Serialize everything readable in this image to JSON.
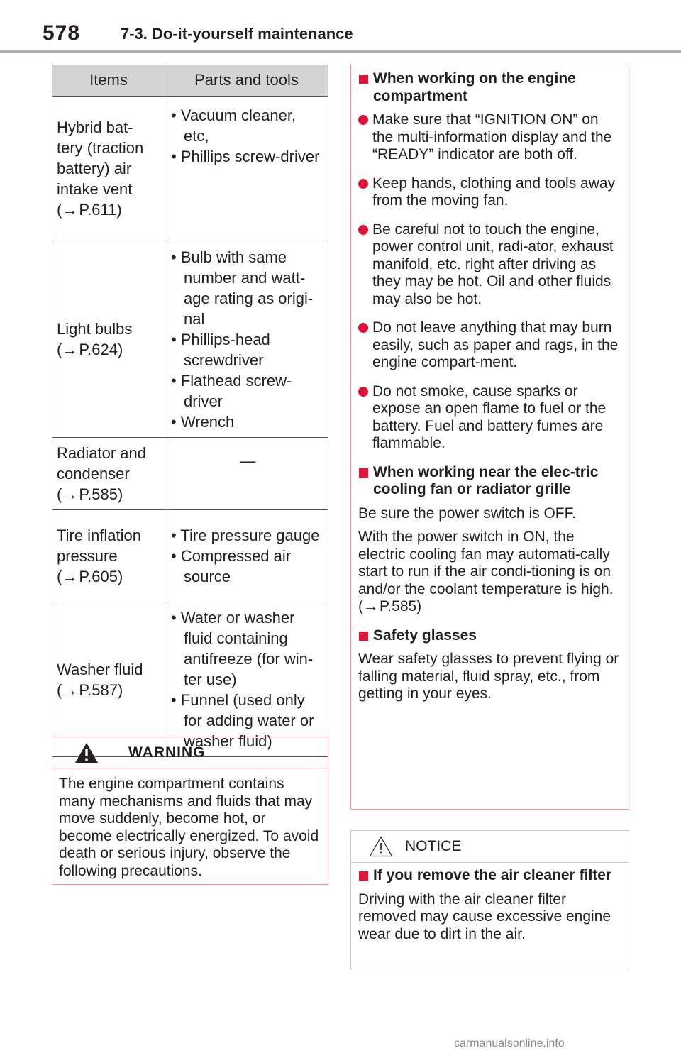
{
  "header": {
    "page_number": "578",
    "section": "7-3. Do-it-yourself maintenance"
  },
  "table": {
    "headers": [
      "Items",
      "Parts and tools"
    ],
    "rows": [
      {
        "item_lines": [
          "Hybrid bat-",
          "tery (traction",
          "battery) air",
          "intake vent"
        ],
        "ref": "P.611",
        "tools": [
          "Vacuum cleaner, etc,",
          "Phillips screw-driver"
        ]
      },
      {
        "item_lines": [
          "Light bulbs"
        ],
        "ref": "P.624",
        "tools": [
          "Bulb with same number and watt-age rating as origi-nal",
          "Phillips-head screwdriver",
          "Flathead screw-driver",
          "Wrench"
        ]
      },
      {
        "item_lines": [
          "Radiator and",
          "condenser"
        ],
        "ref": "P.585",
        "tools_dash": "—"
      },
      {
        "item_lines": [
          "Tire inflation",
          "pressure"
        ],
        "ref": "P.605",
        "tools": [
          "Tire pressure gauge",
          "Compressed air source"
        ]
      },
      {
        "item_lines": [
          "Washer fluid"
        ],
        "ref": "P.587",
        "tools": [
          "Water or washer fluid containing antifreeze (for win-ter use)",
          "Funnel (used only for adding water or washer fluid)"
        ]
      }
    ]
  },
  "warning": {
    "title": "WARNING",
    "text": "The engine compartment contains many mechanisms and fluids that may move suddenly, become hot, or become electrically energized. To avoid death or serious injury, observe the following precautions."
  },
  "precautions": {
    "heading1": "When working on the engine compartment",
    "bullets": [
      "Make sure that “IGNITION ON” on the multi-information display and the “READY” indicator are both off.",
      "Keep hands, clothing and tools away from the moving fan.",
      "Be careful not to touch the engine, power control unit, radi-ator, exhaust manifold, etc. right after driving as they may be hot. Oil and other fluids may also be hot.",
      "Do not leave anything that may burn easily, such as paper and rags, in the engine compart-ment.",
      "Do not smoke, cause sparks or expose an open flame to fuel or the battery. Fuel and battery fumes are flammable."
    ],
    "heading2": "When working near the elec-tric cooling fan or radiator grille",
    "para1": "Be sure the power switch is OFF.",
    "para2_pre": "With the power switch in ON, the electric cooling fan may automati-cally start to run if the air condi-tioning is on and/or the coolant temperature is high. (",
    "para2_ref": "P.585",
    "para2_post": ")",
    "heading3": "Safety glasses",
    "para3": "Wear safety glasses to prevent flying or falling material, fluid spray, etc., from getting in your eyes."
  },
  "notice": {
    "title": "NOTICE",
    "heading": "If you remove the air cleaner filter",
    "text": "Driving with the air cleaner filter removed may cause excessive engine wear due to dirt in the air."
  },
  "watermark": "carmanualsonline.info",
  "colors": {
    "accent_red": "#d8173a",
    "warning_border": "#e59a9a",
    "header_fill": "#d4d4d4"
  }
}
